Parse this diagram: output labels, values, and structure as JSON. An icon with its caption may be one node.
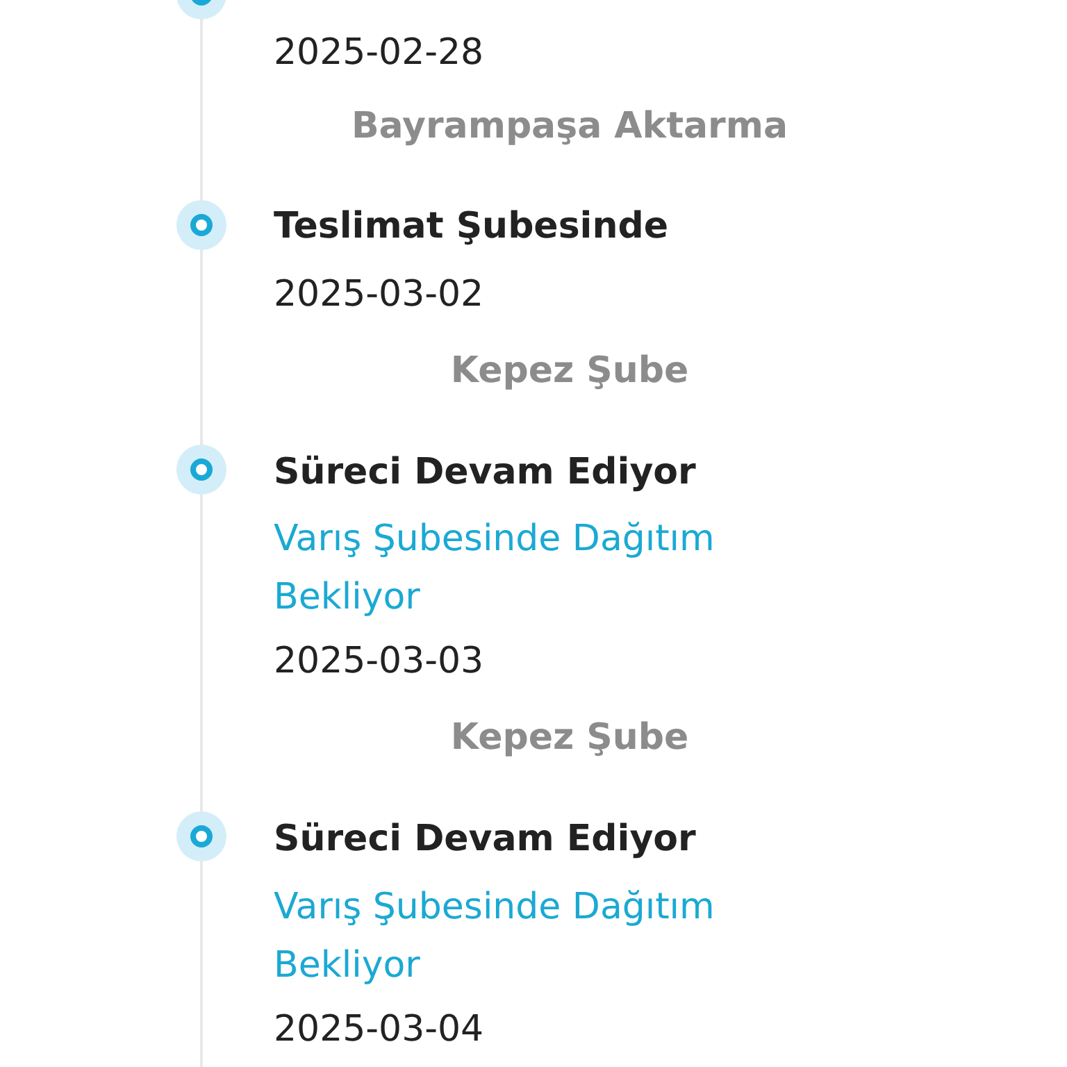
{
  "diagram": {
    "labels": [
      "2025-02-28",
      "Bayrampaşa Aktarma",
      "Teslimat Şubesinde",
      "2025-03-02",
      "Kepez Şube",
      "Süreci Devam Ediyor",
      "Varış Şubesinde Dağıtım Bekliyor",
      "2025-03-03",
      "Kepez Şube",
      "Süreci Devam Ediyor",
      "Varış Şubesinde Dağıtım Bekliyor",
      "2025-03-04"
    ]
  }
}
